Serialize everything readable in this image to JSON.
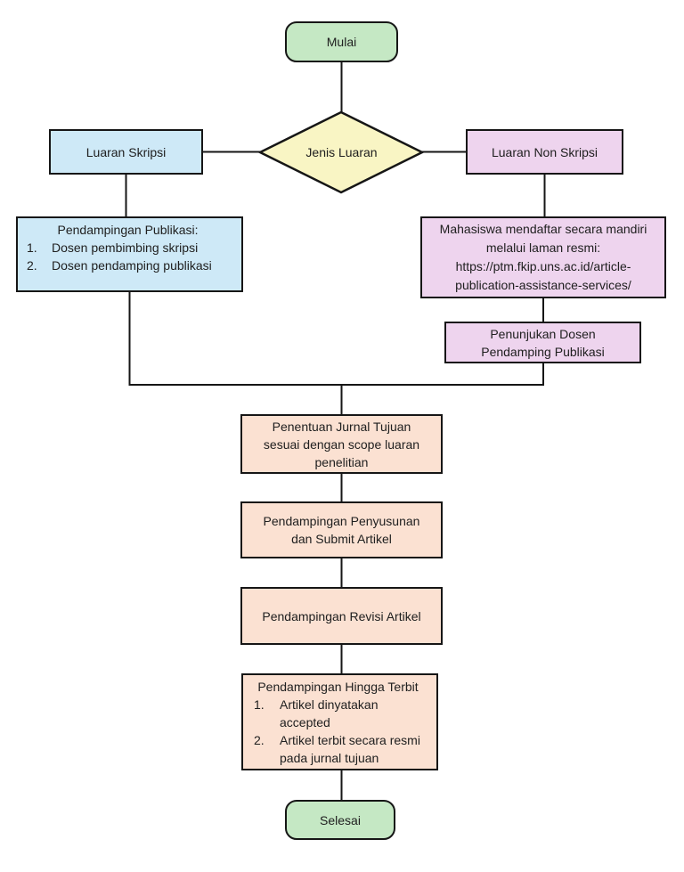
{
  "colors": {
    "terminal_green": "#c5e8c4",
    "decision_yellow": "#f9f5c4",
    "skripsi_blue": "#cee9f7",
    "non_skripsi_purple": "#eed4ee",
    "process_peach": "#fbe1d2",
    "line_black": "#161616"
  },
  "nodes": {
    "mulai": {
      "label": "Mulai"
    },
    "jenis_luaran": {
      "label": "Jenis\nLuaran"
    },
    "luaran_skripsi": {
      "label": "Luaran Skripsi"
    },
    "luaran_non_skripsi": {
      "label": "Luaran Non Skripsi"
    },
    "pendampingan_publikasi": {
      "title": "Pendampingan Publikasi:",
      "items": [
        {
          "num": "1.",
          "text": "Dosen pembimbing skripsi"
        },
        {
          "num": "2.",
          "text": "Dosen pendamping publikasi"
        }
      ]
    },
    "mahasiswa_mendaftar": {
      "label": "Mahasiswa mendaftar secara mandiri\nmelalui laman resmi:\nhttps://ptm.fkip.uns.ac.id/article-\npublication-assistance-services/"
    },
    "penunjukan_dosen": {
      "label": "Penunjukan Dosen\nPendamping Publikasi"
    },
    "penentuan_jurnal": {
      "label": "Penentuan Jurnal Tujuan\nsesuai dengan scope luaran\npenelitian"
    },
    "penyusunan_submit": {
      "label": "Pendampingan Penyusunan\ndan Submit Artikel"
    },
    "revisi_artikel": {
      "label": "Pendampingan Revisi Artikel"
    },
    "hingga_terbit": {
      "title": "Pendampingan Hingga Terbit",
      "items": [
        {
          "num": "1.",
          "text": "Artikel dinyatakan\naccepted"
        },
        {
          "num": "2.",
          "text": "Artikel terbit secara resmi\npada jurnal tujuan"
        }
      ]
    },
    "selesai": {
      "label": "Selesai"
    }
  }
}
